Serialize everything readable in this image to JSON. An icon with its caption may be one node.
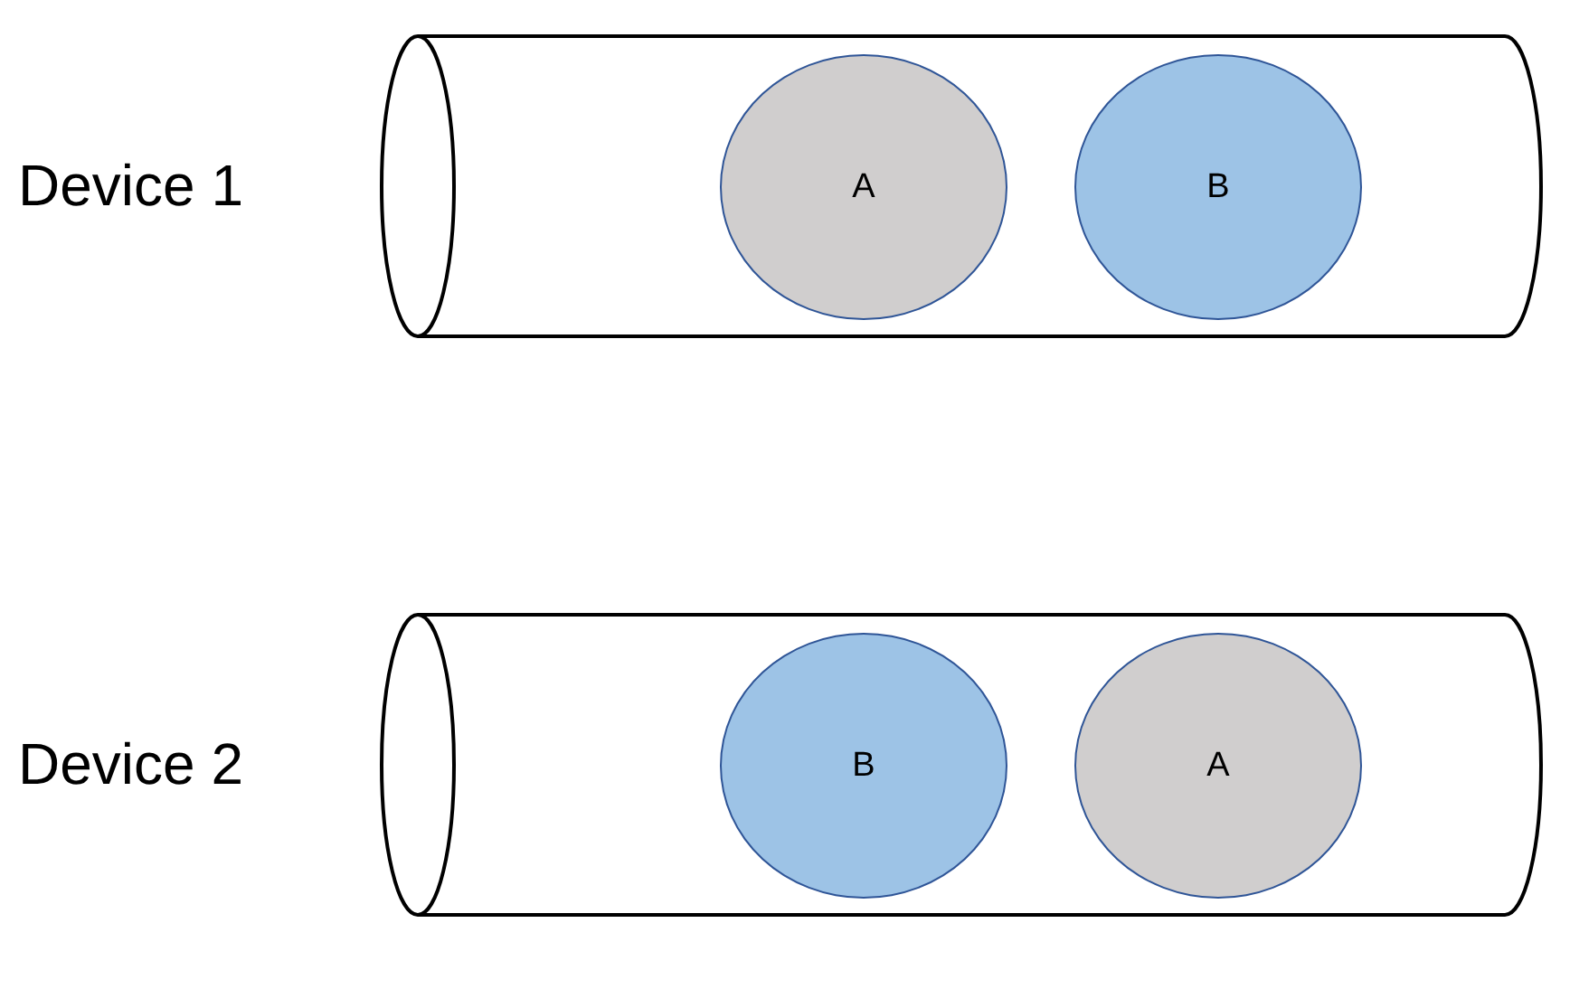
{
  "diagram": {
    "nodes": [
      {
        "text": [
          "Device 1"
        ]
      },
      {
        "text": [
          "A"
        ],
        "in": 0
      },
      {
        "text": [
          "B"
        ],
        "in": 0
      },
      {
        "text": [
          "Device 2"
        ]
      },
      {
        "text": [
          "B"
        ],
        "in": 3
      },
      {
        "text": [
          "A"
        ],
        "in": 3
      }
    ]
  }
}
